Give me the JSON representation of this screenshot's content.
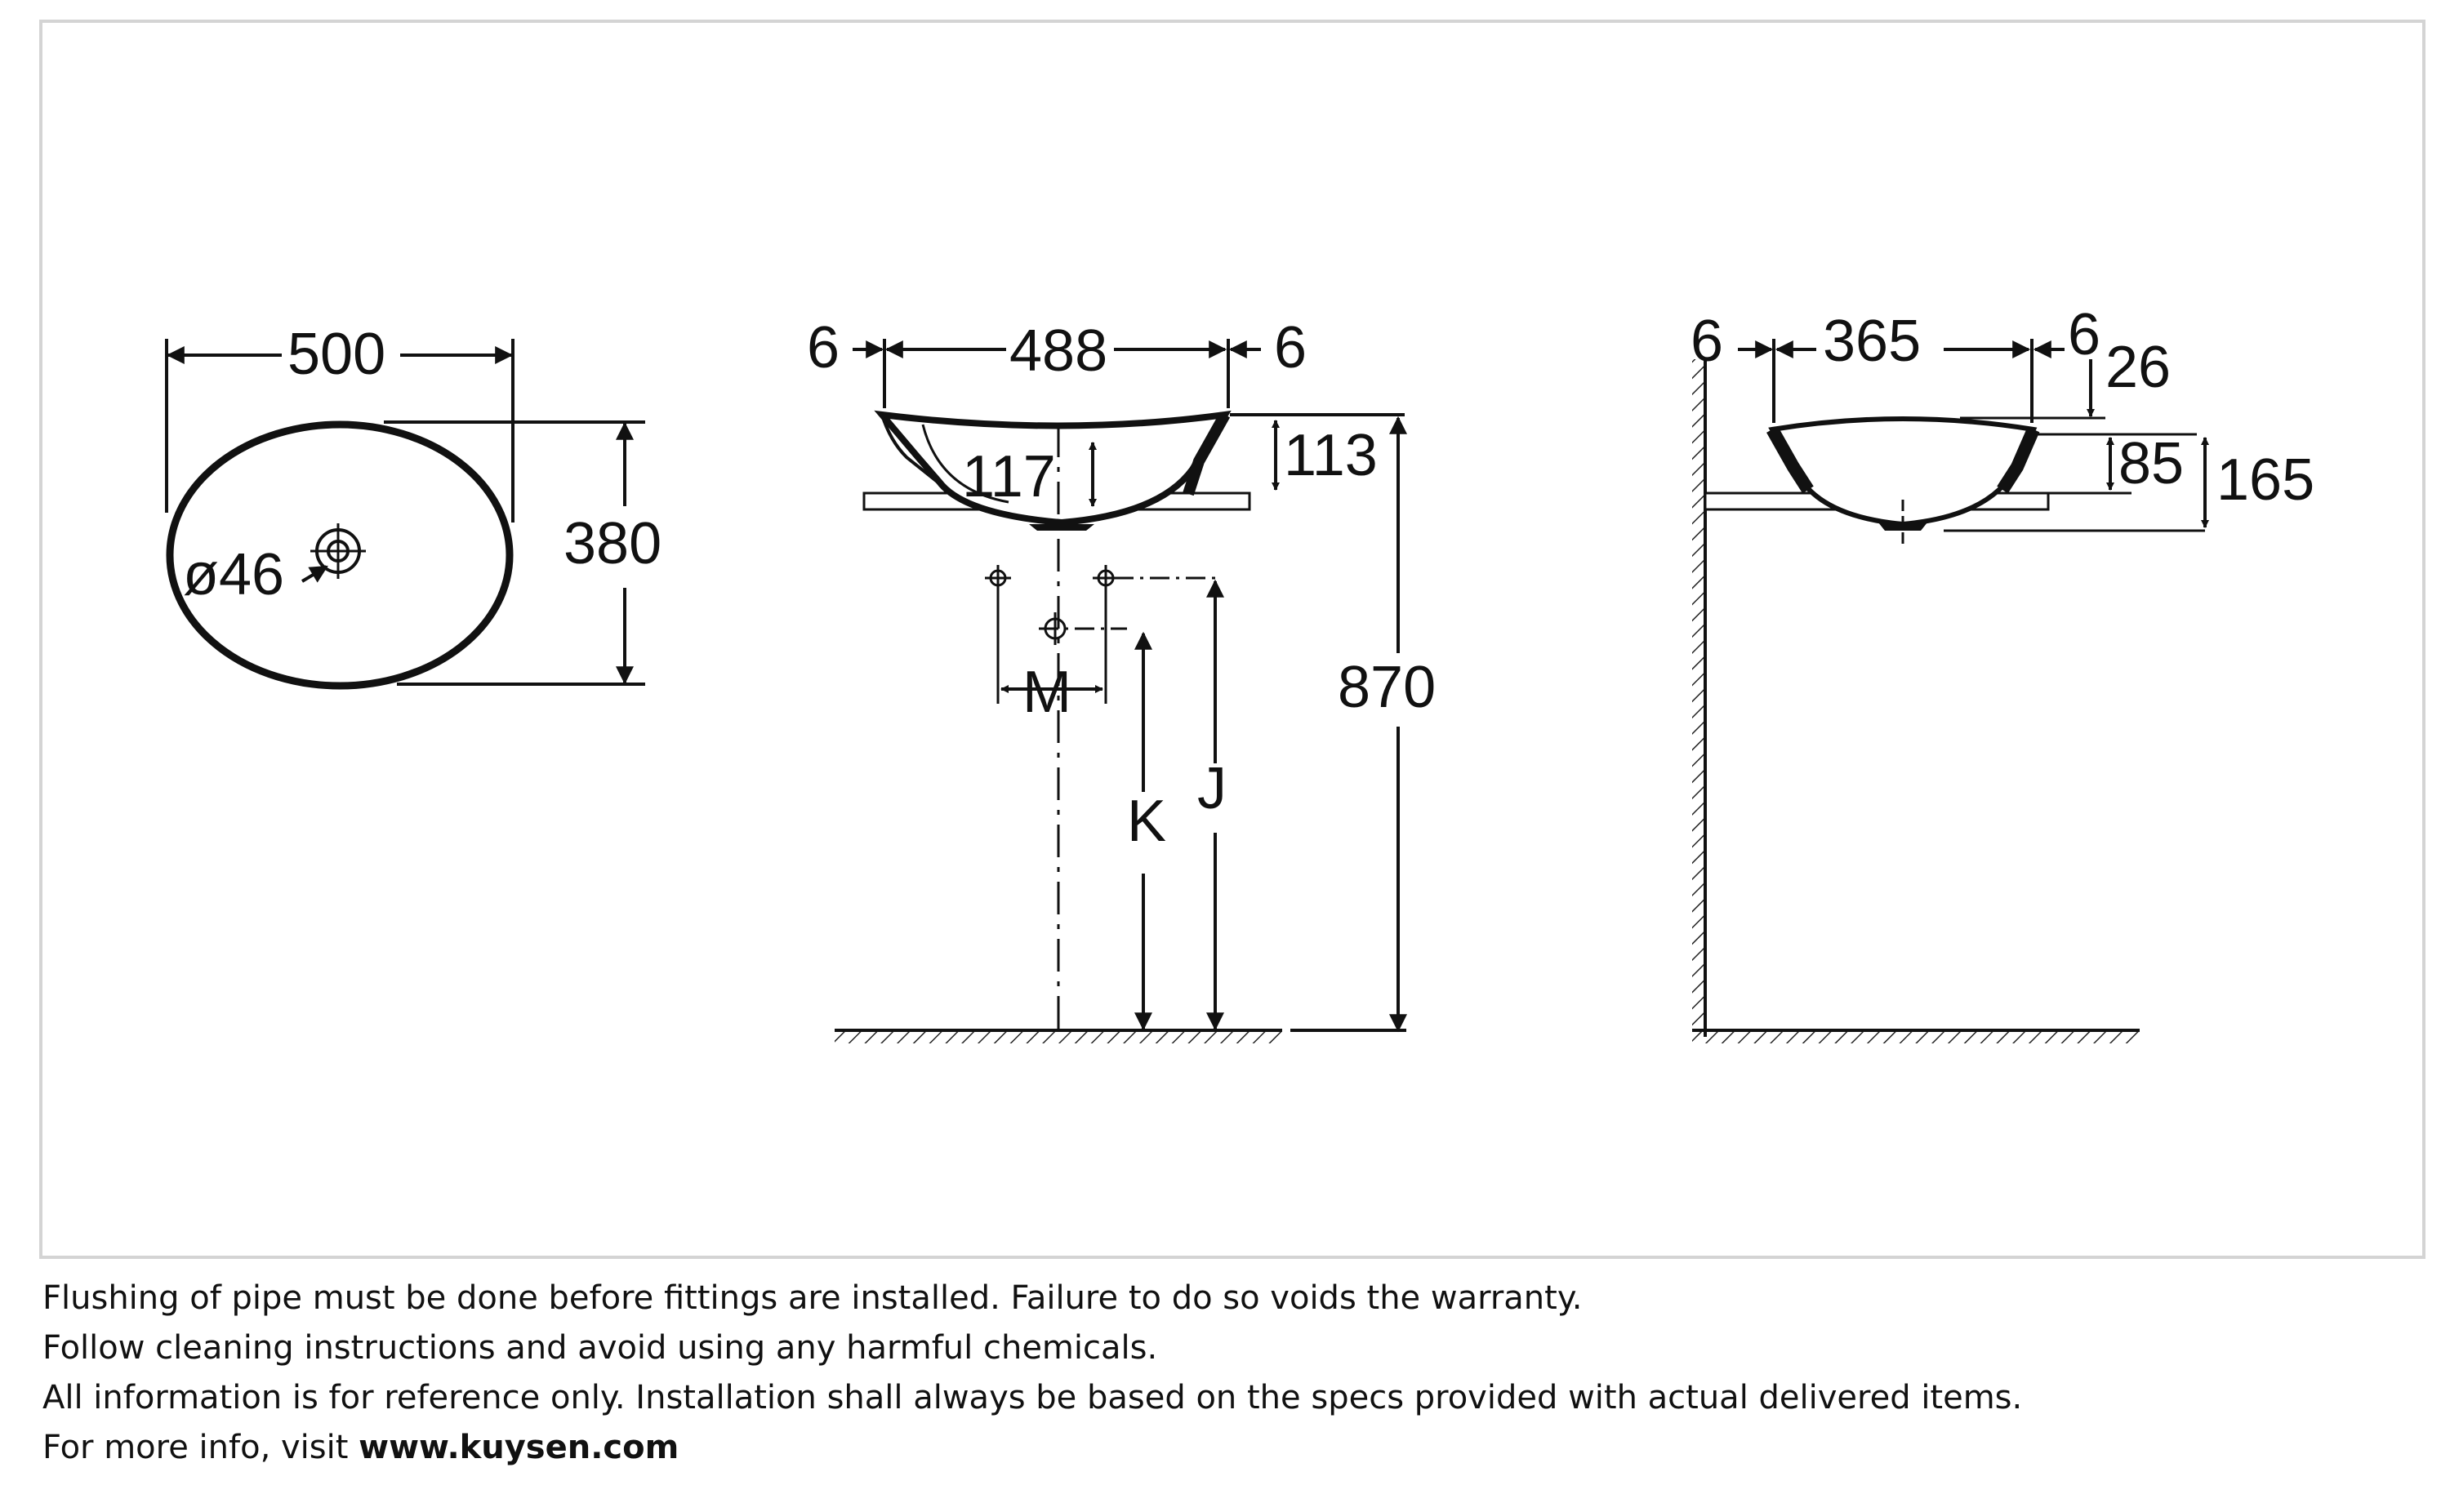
{
  "dimensions": {
    "top_view": {
      "width": "500",
      "depth": "380",
      "drain_diameter": "ø46"
    },
    "front_view": {
      "left_rim": "6",
      "inner_width": "488",
      "right_rim": "6",
      "bowl_depth": "117",
      "height_above_counter": "113",
      "floor_to_top": "870",
      "label_m": "M",
      "label_k": "K",
      "label_j": "J"
    },
    "side_view": {
      "left_rim": "6",
      "inner_depth": "365",
      "right_rim": "6",
      "rim_drop": "26",
      "inner_height": "85",
      "total_height": "165"
    }
  },
  "notes": {
    "line1": "Flushing of pipe must be done before fittings are installed. Failure to do so voids the warranty.",
    "line2": "Follow cleaning instructions and avoid using any harmful chemicals.",
    "line3": "All information is for reference only. Installation shall always be based on the specs provided with actual delivered items.",
    "line4_prefix": "For more info, visit ",
    "line4_url": "www.kuysen.com"
  }
}
